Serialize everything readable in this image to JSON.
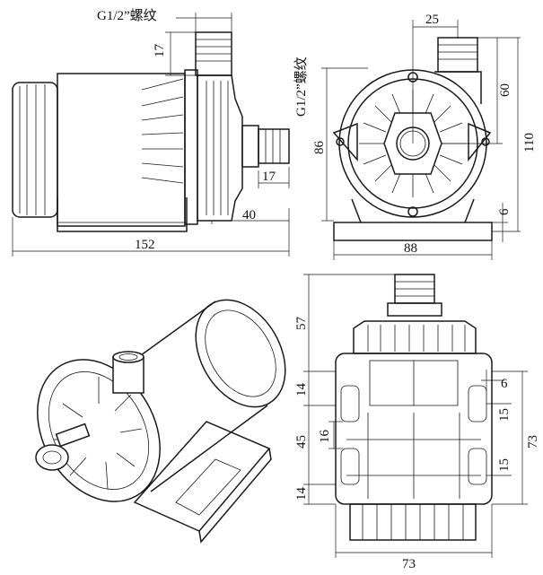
{
  "labels": {
    "thread_side": "G1/2”螺纹",
    "thread_side_vertical": "G1/2”螺纹",
    "dim_17_top": "17",
    "dim_17_outlet": "17",
    "dim_40": "40",
    "dim_152": "152",
    "dim_25": "25",
    "dim_60": "60",
    "dim_86": "86",
    "dim_110": "110",
    "dim_6_front": "6",
    "dim_88": "88",
    "dim_57": "57",
    "dim_14_top": "14",
    "dim_45": "45",
    "dim_16": "16",
    "dim_14_bottom": "14",
    "dim_6_bottom": "6",
    "dim_15_top": "15",
    "dim_15_bottom": "15",
    "dim_73_right": "73",
    "dim_73_bottom": "73"
  }
}
